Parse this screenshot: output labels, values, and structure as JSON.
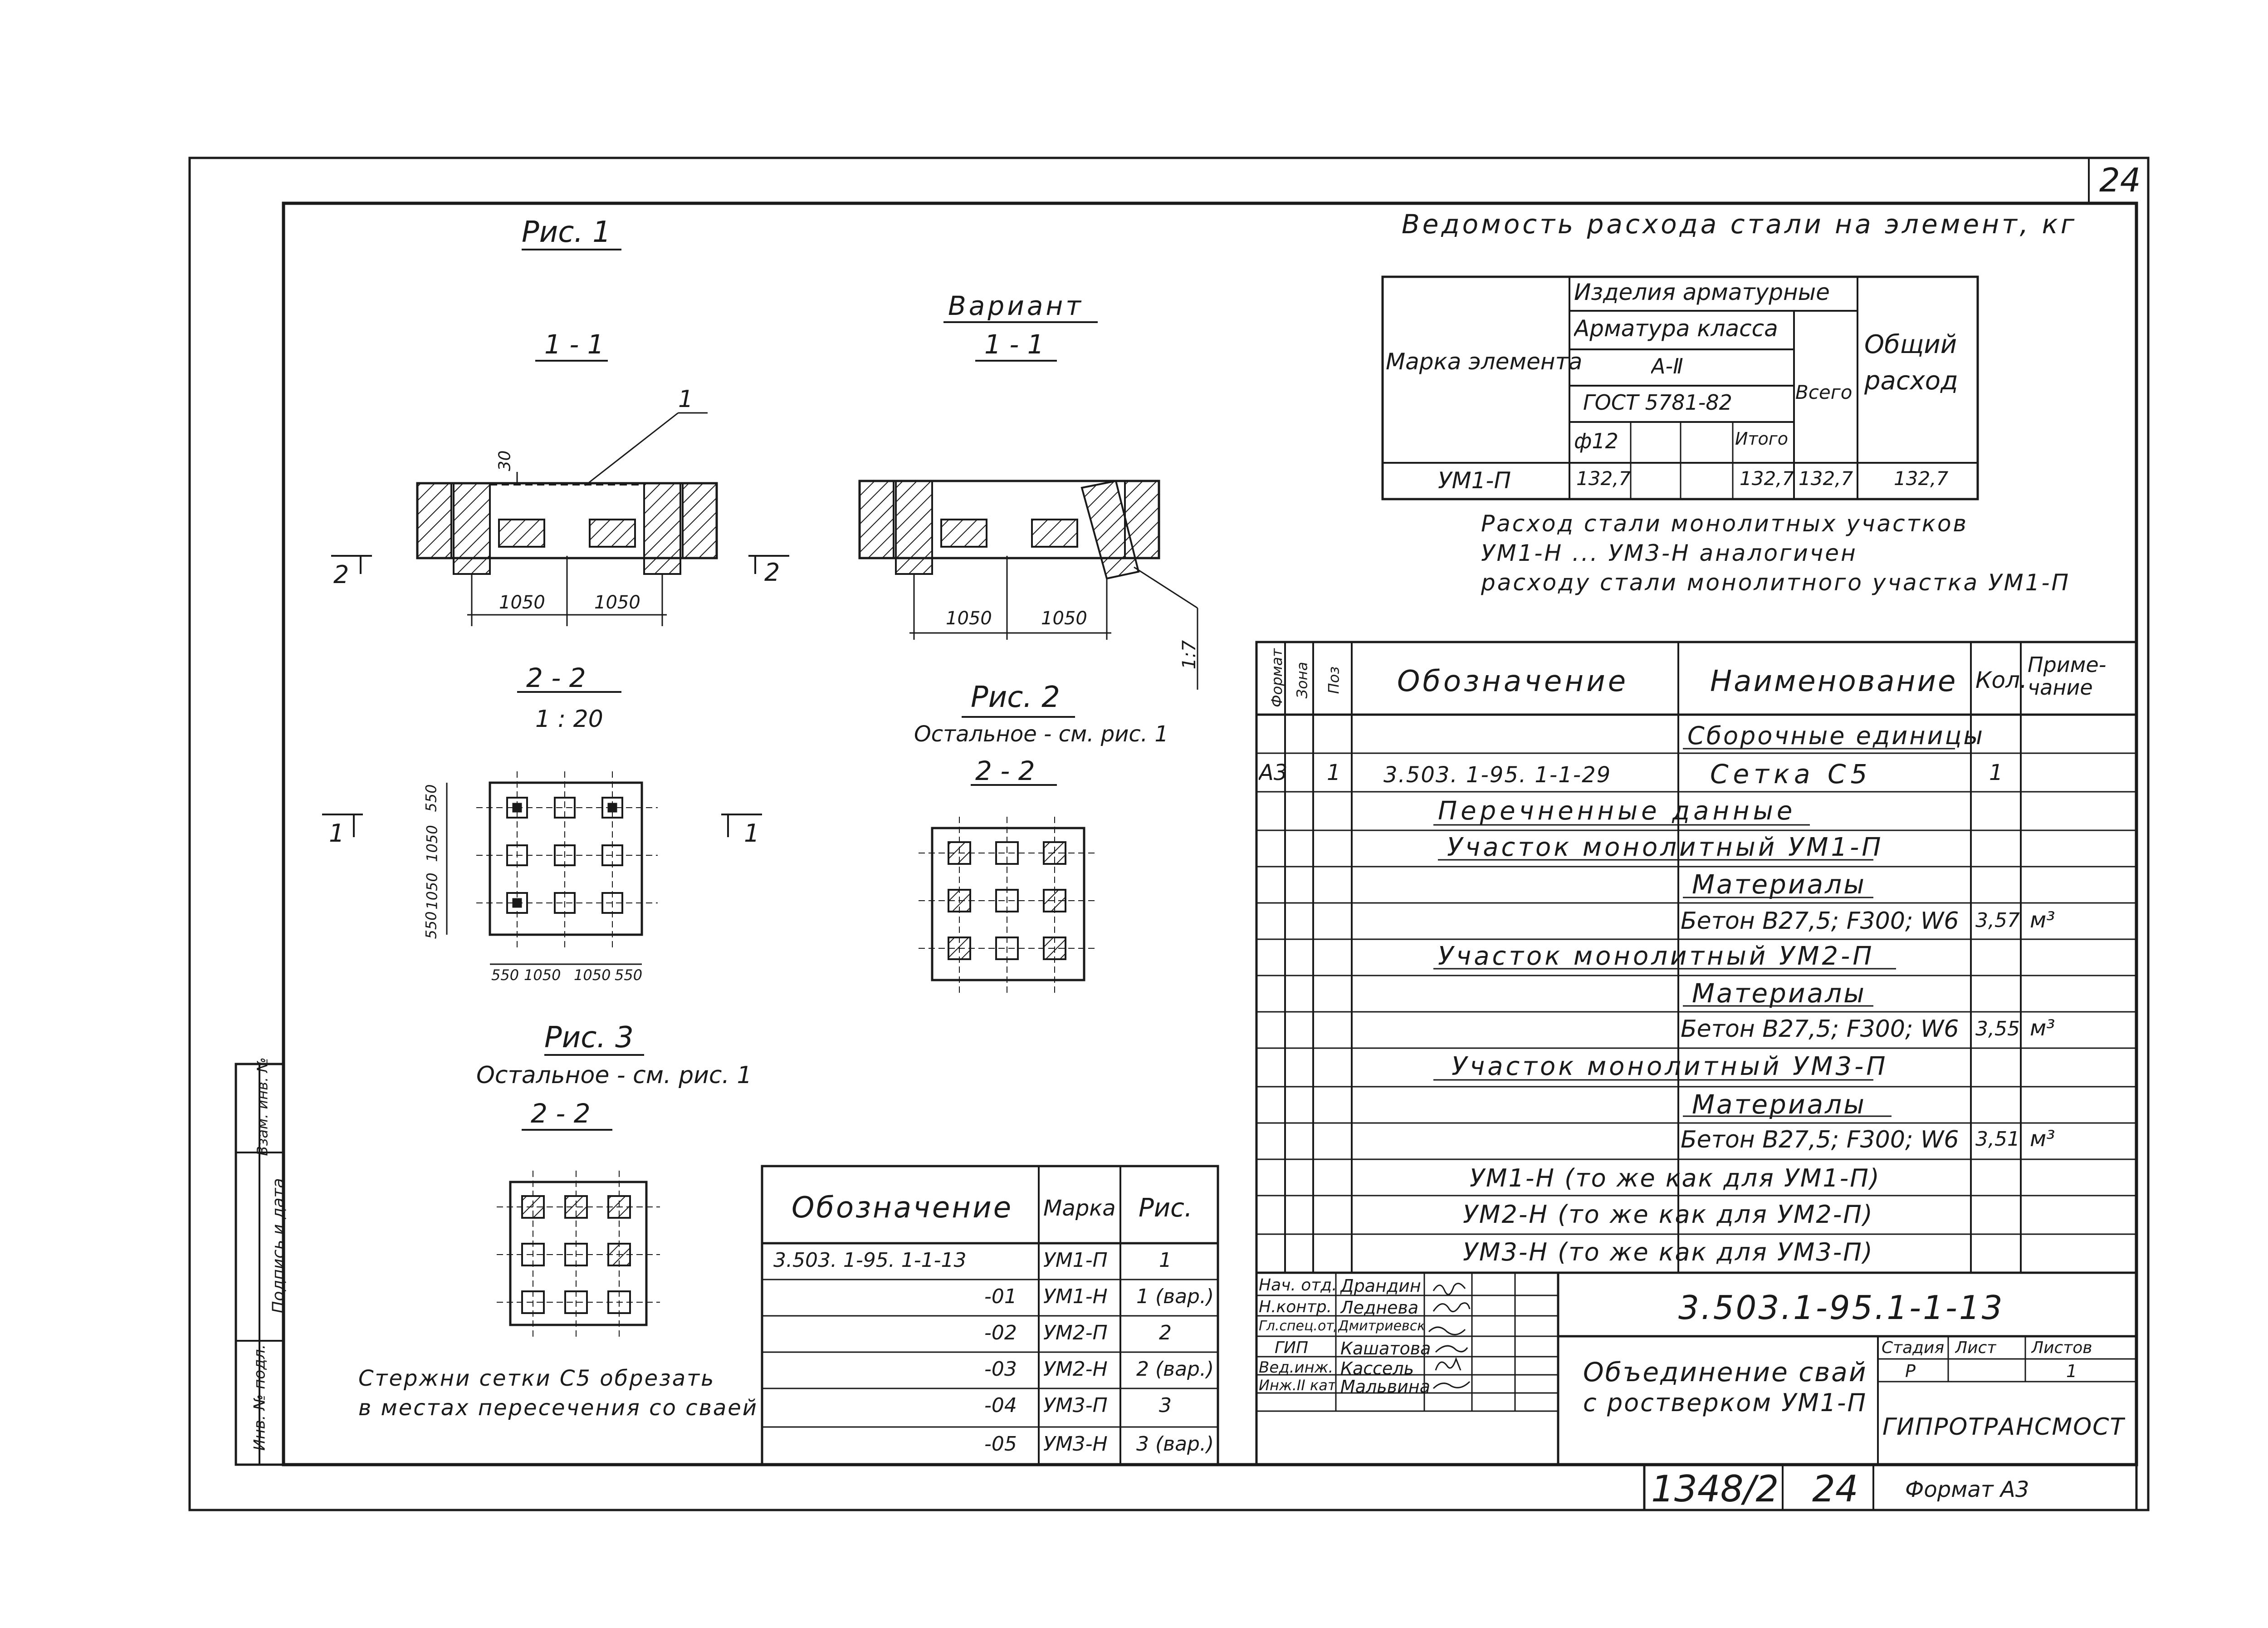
{
  "sheet_number": "24",
  "steel": {
    "title": "Ведомость расхода стали на элемент, кг",
    "col_mark": "Марка элемента",
    "col_products": "Изделия арматурные",
    "col_armclass": "Арматура класса",
    "col_a2": "A-Ⅱ",
    "col_gost": "ГОСТ 5781-82",
    "col_d12": "ф12",
    "col_itogo": "Итого",
    "col_vsego": "Всего",
    "col_total": "Общий расход",
    "row_mark": "УМ1-П",
    "row_d12": "132,7",
    "row_itogo": "132,7",
    "row_vsego": "132,7",
    "row_total": "132,7",
    "note1": "Расход стали монолитных участков",
    "note2": "УМ1-Н ... УМ3-Н аналогичен",
    "note3": "расходу стали монолитного участка УМ1-П"
  },
  "fig1": {
    "title": "Рис. 1",
    "sec11": "1 - 1",
    "variant": "Вариант",
    "variant_sec": "1 - 1",
    "leader": "1",
    "dim30": "30",
    "dim_a": "1050",
    "dim_b": "1050",
    "dim_c": "1050",
    "dim_d": "1050",
    "slope": "1:7",
    "cut2_left": "2",
    "cut2_right": "2",
    "sec22": "2 - 2",
    "scale": "1 : 20",
    "cut1_left": "1",
    "cut1_right": "1",
    "dims_v": [
      "550",
      "1050",
      "1050",
      "550"
    ],
    "dims_h": [
      "550",
      "1050",
      "1050",
      "550"
    ]
  },
  "fig2": {
    "title": "Рис. 2",
    "note": "Остальное - см. рис. 1",
    "sec": "2 - 2"
  },
  "fig3": {
    "title": "Рис. 3",
    "note": "Остальное - см. рис. 1",
    "sec": "2 - 2",
    "remark1": "Стержни сетки С5 обрезать",
    "remark2": "в местах пересечения со сваей"
  },
  "variants": {
    "h_oboz": "Обозначение",
    "h_marka": "Марка",
    "h_ris": "Рис.",
    "rows": [
      {
        "oboz": "3.503. 1-95. 1-1-13",
        "marka": "УМ1-П",
        "ris": "1"
      },
      {
        "oboz": "-01",
        "marka": "УМ1-Н",
        "ris": "1 (вар.)"
      },
      {
        "oboz": "-02",
        "marka": "УМ2-П",
        "ris": "2"
      },
      {
        "oboz": "-03",
        "marka": "УМ2-Н",
        "ris": "2 (вар.)"
      },
      {
        "oboz": "-04",
        "marka": "УМ3-П",
        "ris": "3"
      },
      {
        "oboz": "-05",
        "marka": "УМ3-Н",
        "ris": "3 (вар.)"
      }
    ]
  },
  "spec": {
    "h_format": "Формат",
    "h_zona": "Зона",
    "h_poz": "Поз",
    "h_oboz": "Обозначение",
    "h_name": "Наименование",
    "h_kol": "Кол.",
    "h_prim": "Приме- чание",
    "r_sbor": "Сборочные единицы",
    "r_a3": "A3",
    "r_poz": "1",
    "r_oboz": "3.503. 1-95. 1-1-29",
    "r_setka": "Сетка С5",
    "r_setka_kol": "1",
    "r_per": "Перечненные данные",
    "r_um1": "Участок монолитный УМ1-П",
    "r_mat1": "Материалы",
    "r_bet1": "Бетон В27,5; F300; W6",
    "r_bet1_kol": "3,57",
    "r_bet1_unit": "м³",
    "r_um2": "Участок монолитный УМ2-П",
    "r_mat2": "Материалы",
    "r_bet2": "Бетон В27,5; F300; W6",
    "r_bet2_kol": "3,55",
    "r_bet2_unit": "м³",
    "r_um3": "Участок монолитный УМ3-П",
    "r_mat3": "Материалы",
    "r_bet3": "Бетон В27,5; F300; W6",
    "r_bet3_kol": "3,51",
    "r_bet3_unit": "м³",
    "r_h1": "УМ1-Н (то же как для УМ1-П)",
    "r_h2": "УМ2-Н (то же как для УМ2-П)",
    "r_h3": "УМ3-Н (то же как для УМ3-П)"
  },
  "stamp": {
    "roles": [
      "Нач. отд.",
      "Н.контр.",
      "Гл.спец.отд.",
      "ГИП",
      "Вед.инж.",
      "Инж.II кат."
    ],
    "names": [
      "Драндин",
      "Леднева",
      "Дмитриевский",
      "Кашатова",
      "Кассель",
      "Мальвина"
    ],
    "code": "3.503.1-95.1-1-13",
    "title1": "Объединение свай",
    "title2": "с ростверком УМ1-П",
    "h_stage": "Стадия",
    "h_sheet": "Лист",
    "h_sheets": "Листов",
    "stage": "Р",
    "sheet": "1",
    "org": "ГИПРОТРАНСМОСТ"
  },
  "side": {
    "inv": "Инв. № подл.",
    "sign": "Подпись и дата",
    "vzam": "Взам. инв. №"
  },
  "bottom": {
    "num": "1348/2",
    "page": "24",
    "format": "Формат А3"
  }
}
